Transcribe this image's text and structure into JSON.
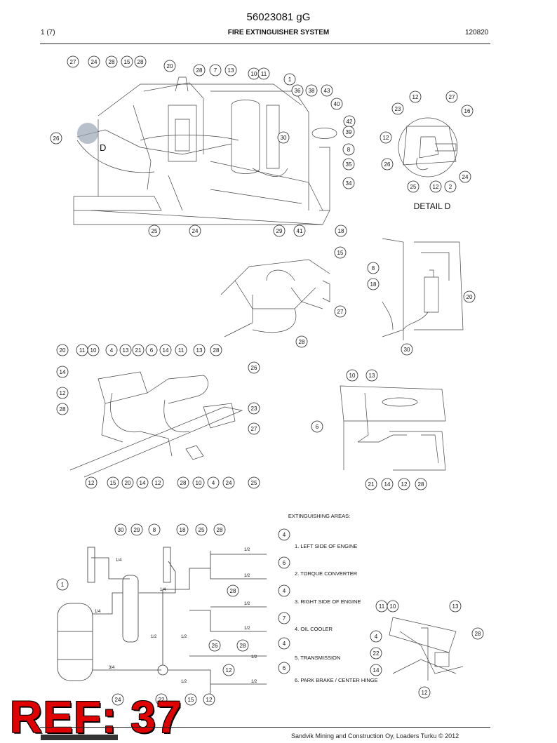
{
  "header": {
    "doc_id": "56023081 gG",
    "page": "1 (7)",
    "system": "FIRE EXTINGUISHER SYSTEM",
    "date": "120820"
  },
  "detail_label": "DETAIL D",
  "detail_marker": "D",
  "areas_title": "EXTINGUISHING AREAS:",
  "areas": [
    "1. LEFT SIDE OF ENGINE",
    "2. TORQUE CONVERTER",
    "3. RIGHT SIDE OF ENGINE",
    "4. OIL COOLER",
    "5. TRANSMISSION",
    "6. PARK BRAKE / CENTER HINGE"
  ],
  "pipe_sizes": [
    "1/4",
    "1/4",
    "1/4",
    "1/2",
    "1/2",
    "1/2",
    "1/2",
    "1/2",
    "1/2",
    "1/2",
    "1/2",
    "1/2",
    "3/4"
  ],
  "callouts": {
    "view_main": [
      "27",
      "24",
      "28",
      "15",
      "28",
      "20",
      "28",
      "7",
      "13",
      "10",
      "11",
      "1",
      "36",
      "38",
      "43",
      "40",
      "42",
      "39",
      "30",
      "8",
      "35",
      "34",
      "26",
      "25",
      "24",
      "29",
      "41",
      "18"
    ],
    "view_detail_d": [
      "12",
      "27",
      "23",
      "16",
      "12",
      "26",
      "24",
      "25",
      "12",
      "2"
    ],
    "view_right_mid": [
      "15",
      "27",
      "28",
      "8",
      "18",
      "20",
      "30"
    ],
    "view_mid_left": [
      "20",
      "11",
      "10",
      "4",
      "13",
      "21",
      "6",
      "14",
      "11",
      "13",
      "28",
      "14",
      "12",
      "28",
      "26",
      "23",
      "27",
      "12",
      "15",
      "20",
      "14",
      "12",
      "28",
      "10",
      "4",
      "24",
      "25"
    ],
    "view_mid_right": [
      "10",
      "13",
      "6",
      "21",
      "14",
      "12",
      "28"
    ],
    "view_schematic": [
      "30",
      "29",
      "8",
      "18",
      "25",
      "28",
      "1",
      "4",
      "6",
      "28",
      "4",
      "7",
      "26",
      "28",
      "4",
      "6",
      "12",
      "24",
      "22",
      "15",
      "12"
    ],
    "view_bottom_right": [
      "11",
      "10",
      "13",
      "4",
      "28",
      "22",
      "14",
      "12"
    ]
  },
  "watermark": "REF: 37",
  "footer": "Sandvik Mining and Construction Oy, Loaders Turku © 2012"
}
